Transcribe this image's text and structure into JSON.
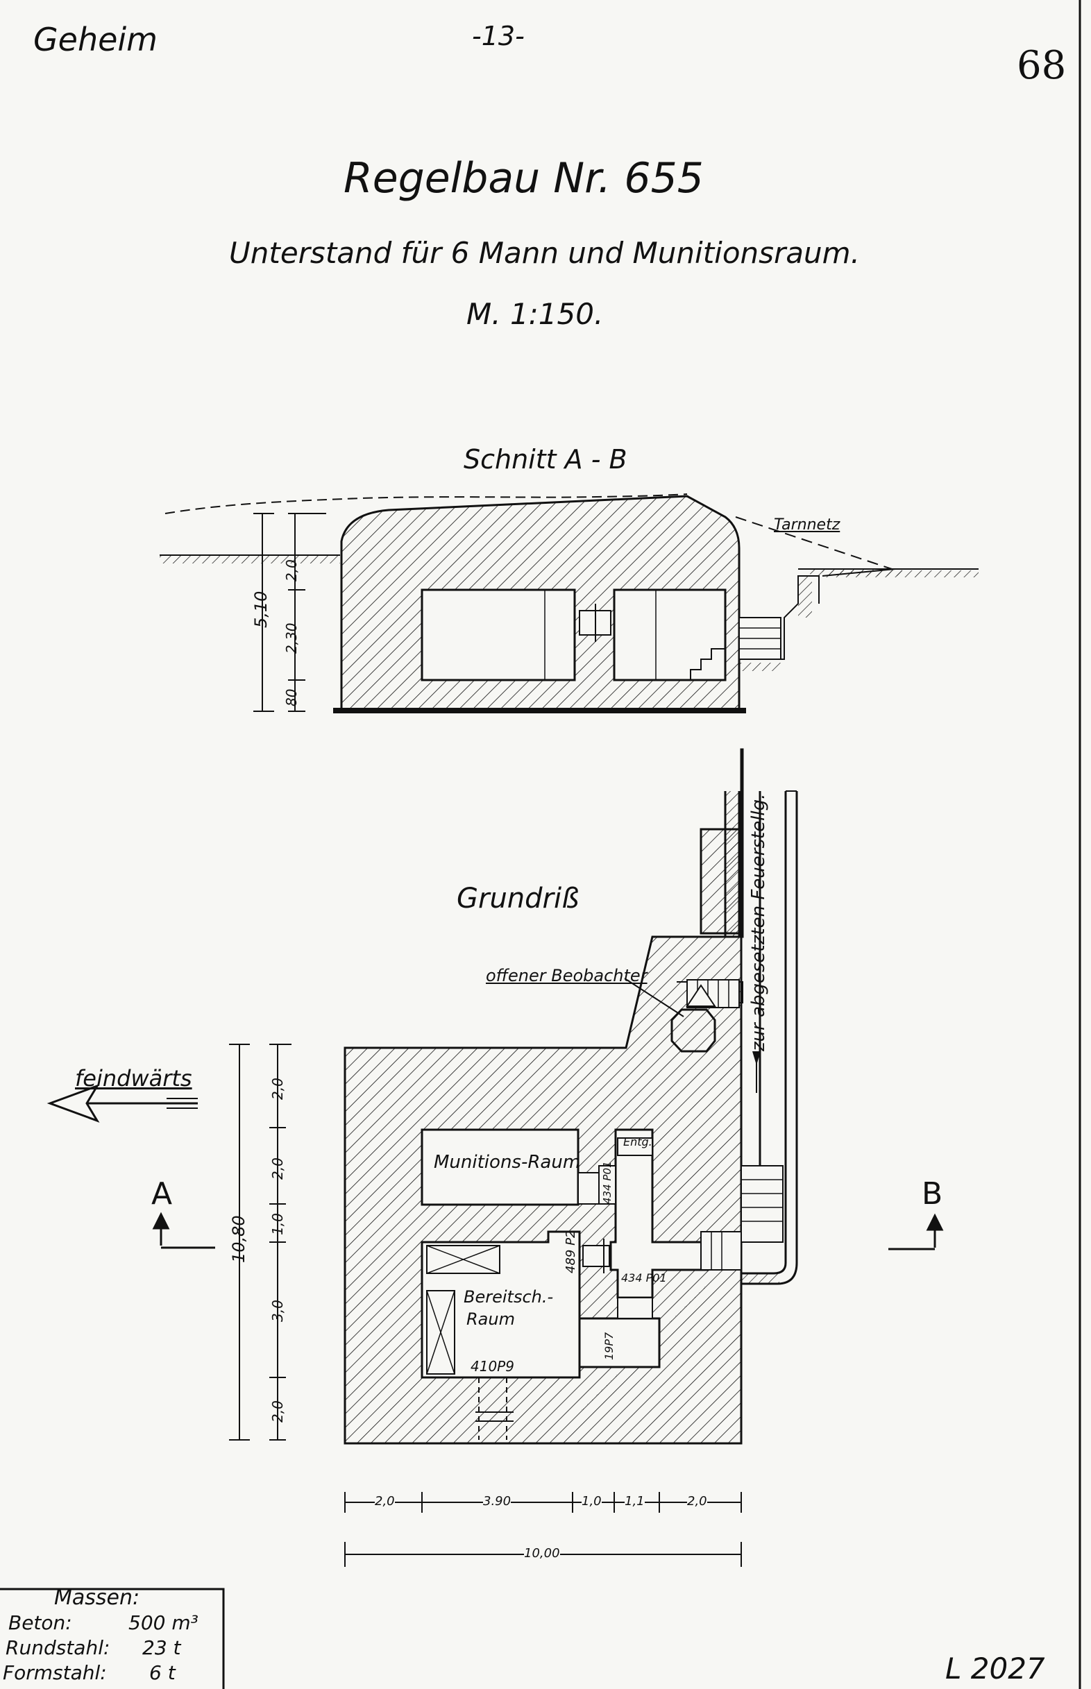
{
  "header": {
    "classification": "Geheim",
    "page_number": "-13-",
    "sheet_number": "68"
  },
  "title": {
    "main": "Regelbau Nr. 655",
    "subtitle": "Unterstand für 6 Mann und Munitionsraum.",
    "scale": "M. 1:150."
  },
  "section": {
    "label": "Schnitt A - B",
    "tarnnetz": "Tarnnetz",
    "dims": [
      "5,10",
      "2,0",
      "2,30",
      "80"
    ]
  },
  "plan": {
    "label": "Grundriß",
    "observer": "offener Beobachter",
    "feuerstellung": "zur abgesetzten Feuerstellg.",
    "enemy_direction": "feindwärts",
    "marker_a": "A",
    "marker_b": "B",
    "rooms": {
      "munition": "Munitions-Raum",
      "bereitschaft_1": "Bereitsch.-",
      "bereitschaft_2": "Raum",
      "entg": "Entg."
    },
    "door_codes": {
      "d1": "434 P01",
      "d2": "489 P2",
      "d3": "434 P01",
      "d4": "19P7",
      "d5": "410P9"
    },
    "dims_vertical": [
      "10,80",
      "2,0",
      "2,0",
      "1,0",
      "3,0",
      "2,0"
    ],
    "dims_horizontal": [
      "2,0",
      "3.90",
      "1,0",
      "1,1",
      "2,0"
    ],
    "dim_total": "10,00"
  },
  "masses": {
    "title": "Massen:",
    "rows": [
      {
        "label": "Beton:",
        "value": "500 m³"
      },
      {
        "label": "Rundstahl:",
        "value": "23 t"
      },
      {
        "label": "Formstahl:",
        "value": "6 t"
      }
    ]
  },
  "footer": {
    "code": "L 2027"
  },
  "colors": {
    "ink": "#111111",
    "paper": "#f7f7f4"
  }
}
